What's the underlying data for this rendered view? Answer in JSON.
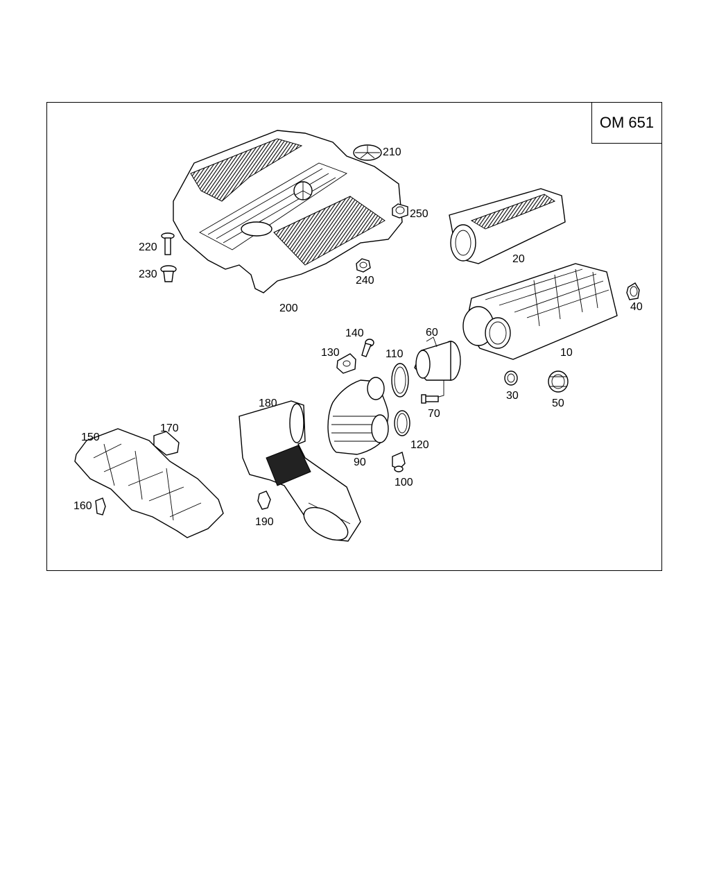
{
  "engine_label": "OM 651",
  "callouts": [
    {
      "id": "10",
      "text": "10"
    },
    {
      "id": "20",
      "text": "20"
    },
    {
      "id": "30",
      "text": "30"
    },
    {
      "id": "40",
      "text": "40"
    },
    {
      "id": "50",
      "text": "50"
    },
    {
      "id": "60",
      "text": "60"
    },
    {
      "id": "70",
      "text": "70"
    },
    {
      "id": "90",
      "text": "90"
    },
    {
      "id": "100",
      "text": "100"
    },
    {
      "id": "110",
      "text": "110"
    },
    {
      "id": "120",
      "text": "120"
    },
    {
      "id": "130",
      "text": "130"
    },
    {
      "id": "140",
      "text": "140"
    },
    {
      "id": "150",
      "text": "150"
    },
    {
      "id": "160",
      "text": "160"
    },
    {
      "id": "170",
      "text": "170"
    },
    {
      "id": "180",
      "text": "180"
    },
    {
      "id": "190",
      "text": "190"
    },
    {
      "id": "200",
      "text": "200"
    },
    {
      "id": "210",
      "text": "210"
    },
    {
      "id": "220",
      "text": "220"
    },
    {
      "id": "230",
      "text": "230"
    },
    {
      "id": "240",
      "text": "240"
    },
    {
      "id": "250",
      "text": "250"
    }
  ]
}
